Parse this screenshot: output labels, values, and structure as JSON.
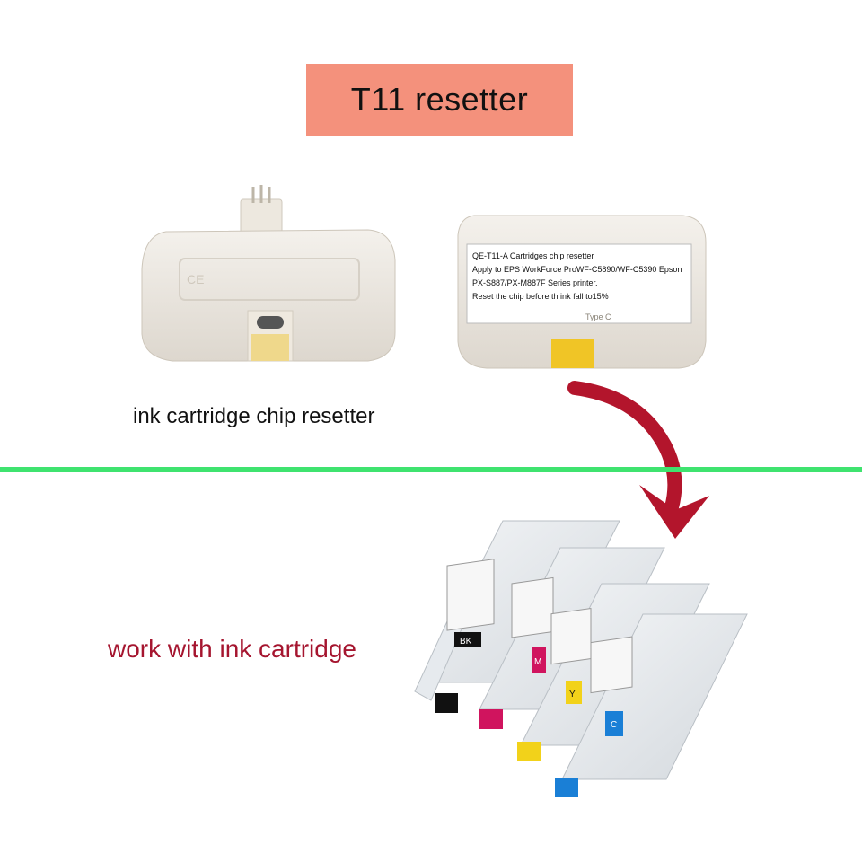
{
  "title": "T11 resetter",
  "captions": {
    "top": "ink cartridge chip resetter",
    "bottom": "work with ink cartridge"
  },
  "device_label": {
    "line1": "QE-T11-A Cartridges chip resetter",
    "line2": "Apply to EPS WorkForce ProWF-C5890/WF-C5390 Epson",
    "line3": "PX-S887/PX-M887F Series printer.",
    "line4": "Reset the chip before th ink fall to15%"
  },
  "port_label": "Type C",
  "cartridge_labels": [
    "BK",
    "M",
    "Y",
    "C"
  ],
  "colors": {
    "title_bg": "#f4917c",
    "divider": "#3fe36f",
    "arrow": "#b3152c",
    "bottom_caption": "#a5152f",
    "black_ink": "#111111",
    "magenta_ink": "#d0145e",
    "yellow_ink": "#f2d21a",
    "cyan_ink": "#1a7fd6"
  }
}
